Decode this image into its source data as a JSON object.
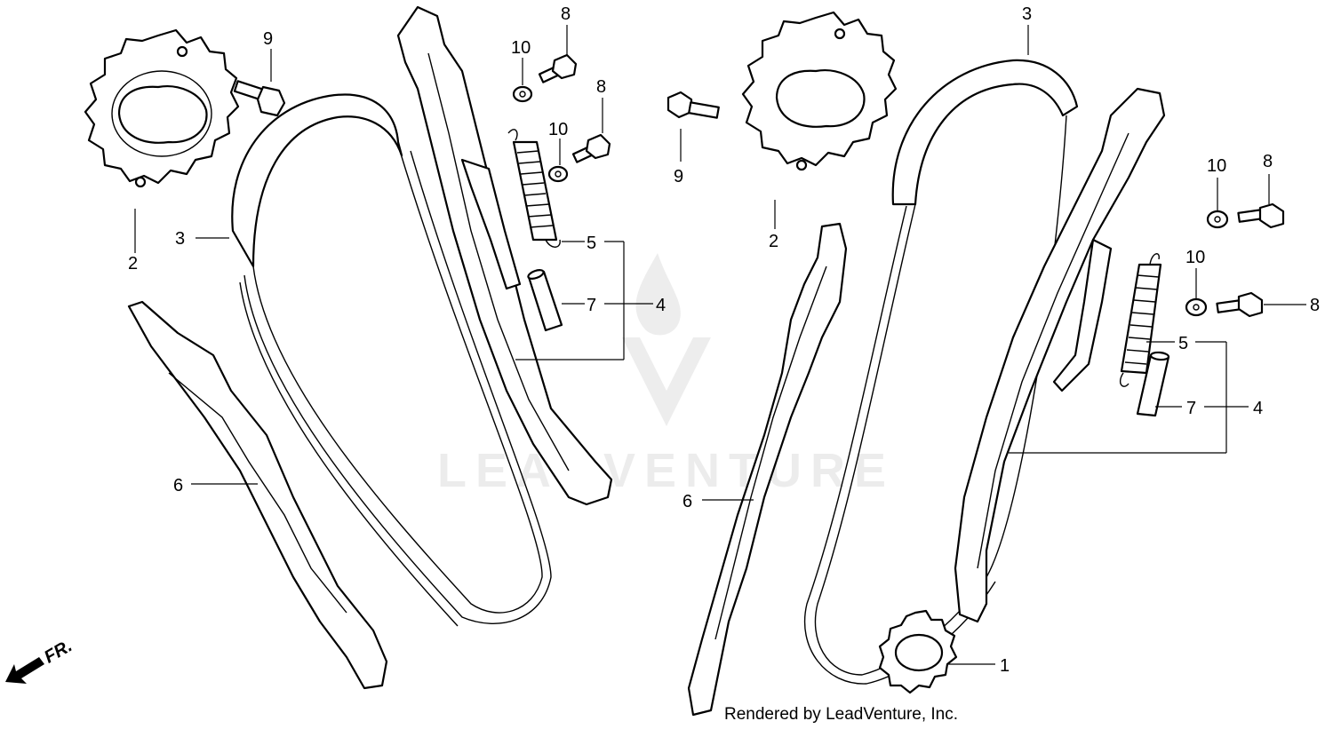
{
  "diagram": {
    "callouts": {
      "left_2": "2",
      "left_3": "3",
      "left_4": "4",
      "left_5": "5",
      "left_6": "6",
      "left_7": "7",
      "left_8a": "8",
      "left_8b": "8",
      "left_9": "9",
      "left_10a": "10",
      "left_10b": "10",
      "right_1": "1",
      "right_2": "2",
      "right_3": "3",
      "right_4": "4",
      "right_5": "5",
      "right_6": "6",
      "right_7": "7",
      "right_8a": "8",
      "right_8b": "8",
      "right_9": "9",
      "right_10a": "10",
      "right_10b": "10"
    },
    "direction_label": "FR.",
    "credit": "Rendered by LeadVenture, Inc.",
    "watermark": "LEADVENTURE"
  }
}
